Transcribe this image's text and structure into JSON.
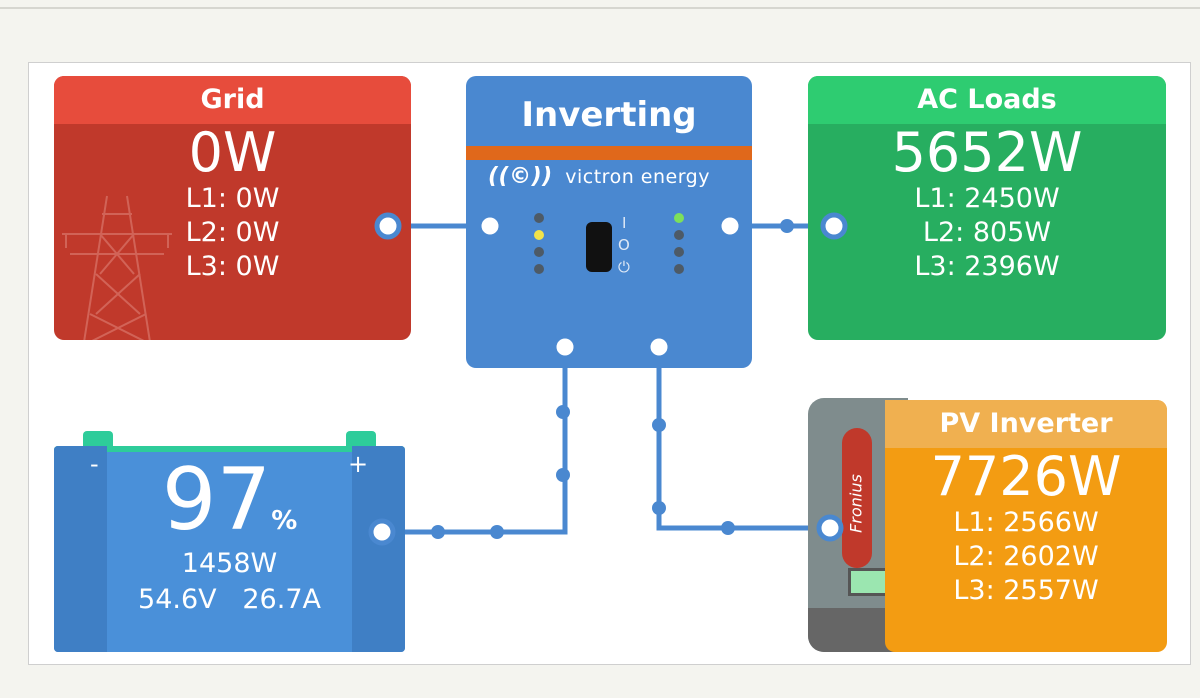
{
  "grid": {
    "title": "Grid",
    "power": "0W",
    "l1": "L1: 0W",
    "l2": "L2: 0W",
    "l3": "L3: 0W"
  },
  "inverter": {
    "status": "Inverting",
    "brand": "victron energy",
    "switch_on": "I",
    "switch_off": "O",
    "switch_eco": "⏻"
  },
  "ac_loads": {
    "title": "AC Loads",
    "power": "5652W",
    "l1": "L1: 2450W",
    "l2": "L2: 805W",
    "l3": "L3: 2396W"
  },
  "battery": {
    "soc": "97",
    "soc_unit": "%",
    "power": "1458W",
    "voltage": "54.6V",
    "current": "26.7A",
    "minus": "-",
    "plus": "+"
  },
  "pv_inverter": {
    "title": "PV Inverter",
    "power": "7726W",
    "l1": "L1: 2566W",
    "l2": "L2: 2602W",
    "l3": "L3: 2557W",
    "brand": "Fronius"
  },
  "colors": {
    "grid": "#c0392b",
    "ac": "#27ae60",
    "inverter": "#4a88d0",
    "pv": "#f39c12",
    "battery": "#4a90d9",
    "line": "#4a88d0"
  }
}
